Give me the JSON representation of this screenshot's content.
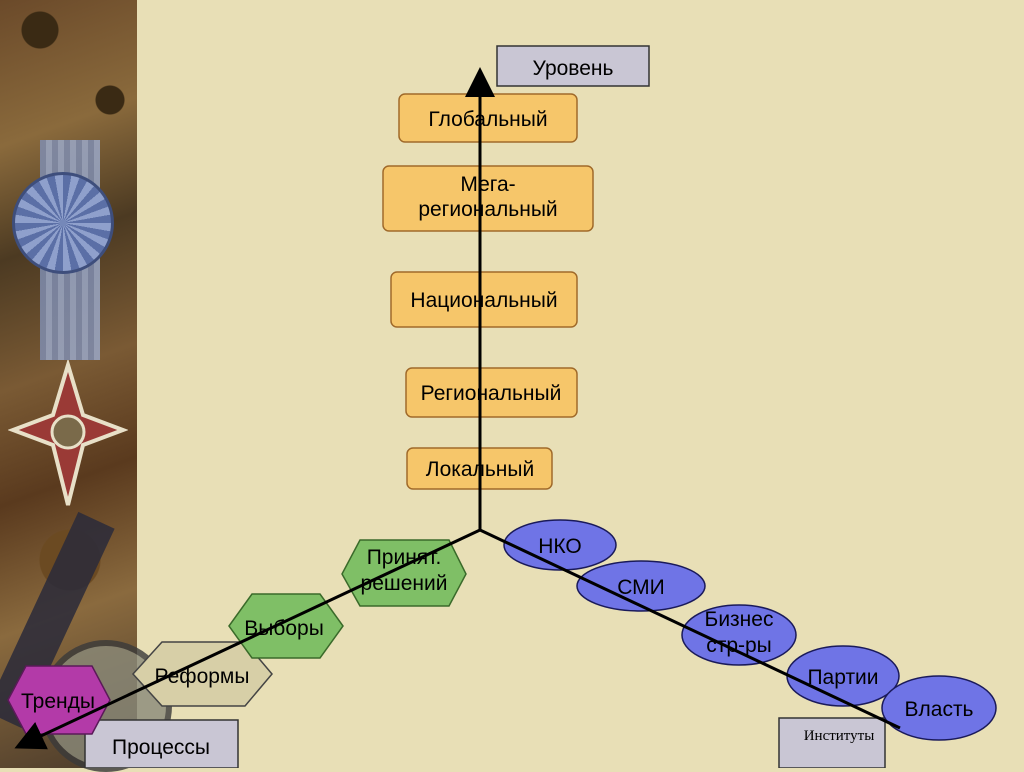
{
  "axes": {
    "vertical_label": "Уровень",
    "left_label": "Процессы",
    "right_label": "Институты"
  },
  "levels": [
    "Глобальный",
    "Мега-\nрегиональный",
    "Национальный",
    "Региональный",
    "Локальный"
  ],
  "processes": [
    "Тренды",
    "Реформы",
    "Выборы",
    "Принят.\nрешений"
  ],
  "institutions": [
    "НКО",
    "СМИ",
    "Бизнес\nстр-ры",
    "Партии",
    "Власть"
  ],
  "colors": {
    "level_fill": "#f6c66a",
    "level_stroke": "#a06a2a",
    "process_trend": "#b33aa8",
    "process_reform": "#d7cfa7",
    "process_green": "#7fbf66",
    "institution_fill": "#6f74e6",
    "axis_label_fill": "#c9c6d4"
  }
}
